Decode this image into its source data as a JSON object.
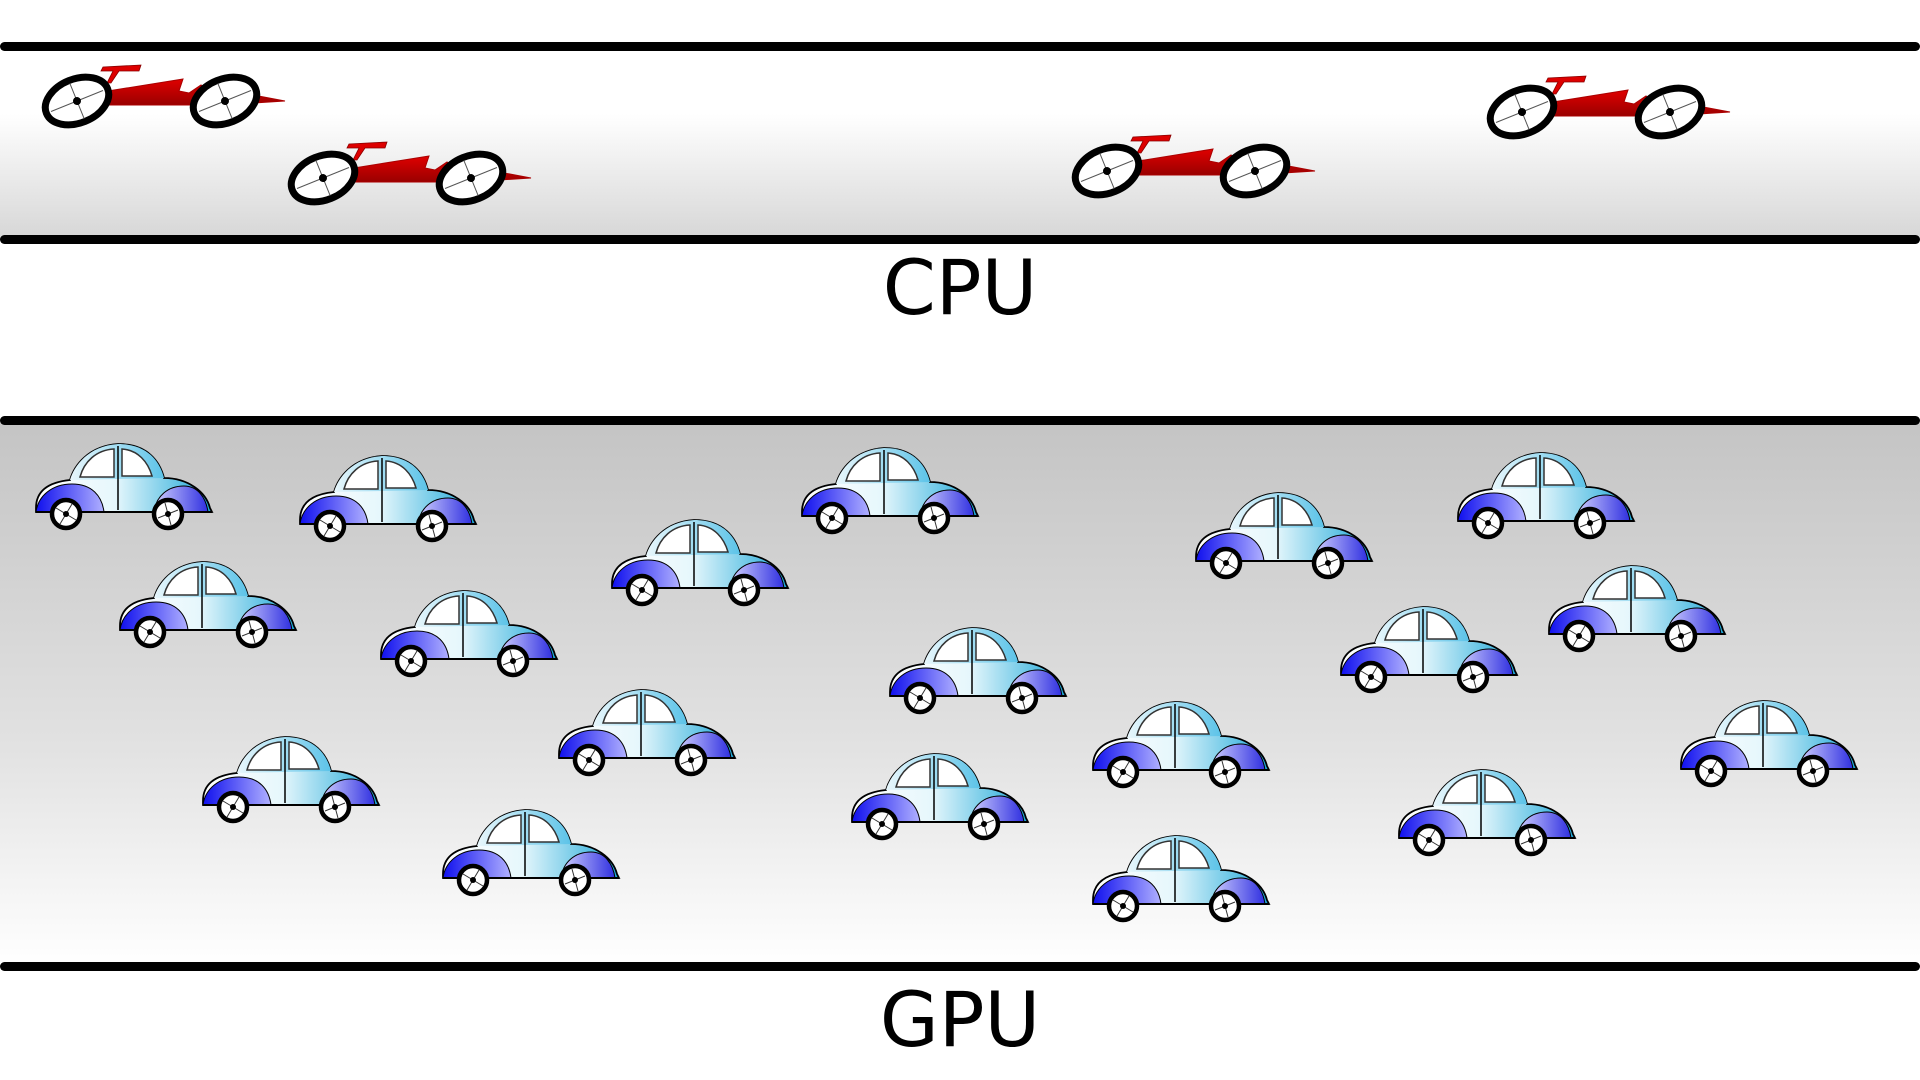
{
  "diagram": {
    "lanes": [
      {
        "id": "cpu",
        "label": "CPU",
        "vehicle_type": "race-car",
        "vehicle_count": 4,
        "vehicle_color": "#cc0000"
      },
      {
        "id": "gpu",
        "label": "GPU",
        "vehicle_type": "beetle-car",
        "vehicle_count": 19,
        "vehicle_color": "#33aadd"
      }
    ]
  }
}
